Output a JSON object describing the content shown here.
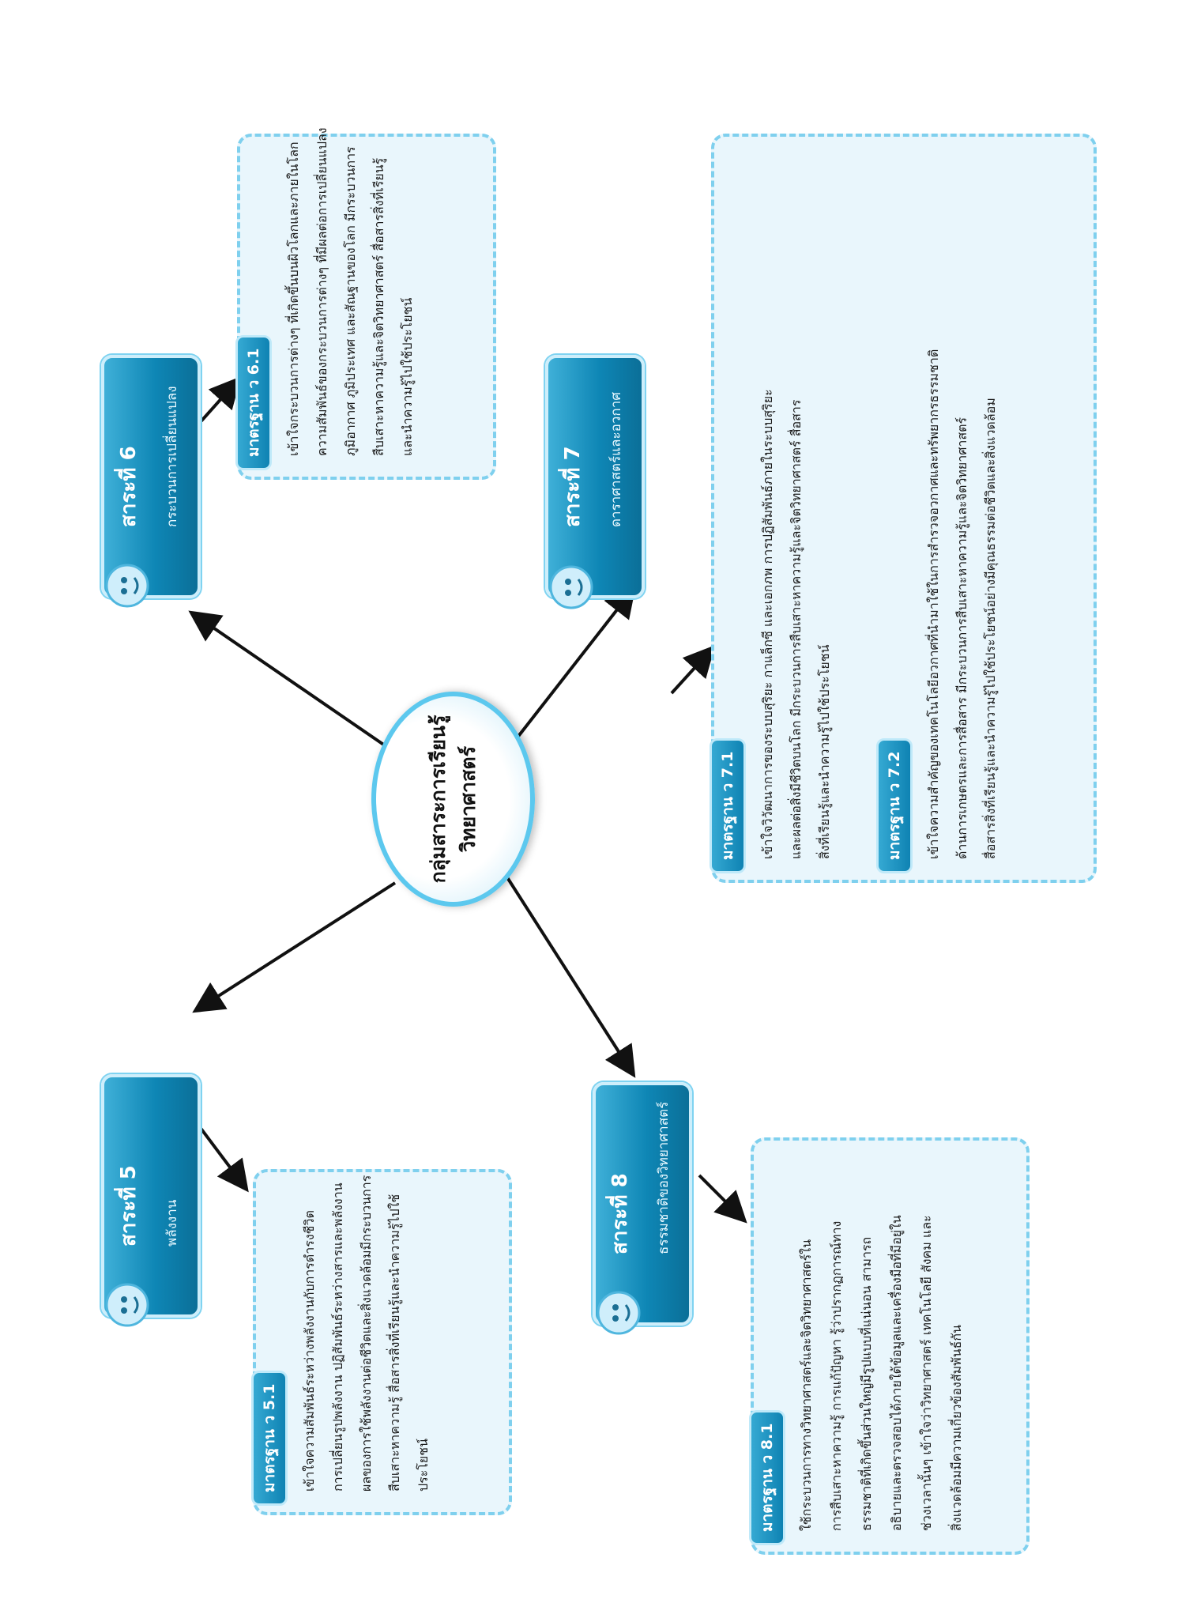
{
  "center": {
    "line1": "กลุ่มสาระการเรียนรู้",
    "line2": "วิทยาศาสตร์"
  },
  "branches": [
    {
      "id": "s6",
      "title": "สาระที่ 6",
      "subtitle": "กระบวนการเปลี่ยนแปลง",
      "standards": [
        {
          "label": "มาตรฐาน ว 6.1",
          "lines": [
            "เข้าใจกระบวนการต่างๆ ที่เกิดขึ้นบนผิวโลกและภายในโลก",
            "ความสัมพันธ์ของกระบวนการต่างๆ ที่มีผลต่อการเปลี่ยนแปลง",
            "ภูมิอากาศ ภูมิประเทศ และสัณฐานของโลก มีกระบวนการ",
            "สืบเสาะหาความรู้และจิตวิทยาศาสตร์ สื่อสารสิ่งที่เรียนรู้",
            "และนำความรู้ไปใช้ประโยชน์"
          ]
        }
      ]
    },
    {
      "id": "s7",
      "title": "สาระที่ 7",
      "subtitle": "ดาราศาสตร์และอวกาศ",
      "standards": [
        {
          "label": "มาตรฐาน ว 7.1",
          "lines": [
            "เข้าใจวิวัฒนาการของระบบสุริยะ กาแล็กซี และเอกภพ การปฏิสัมพันธ์ภายในระบบสุริยะ",
            "และผลต่อสิ่งมีชีวิตบนโลก มีกระบวนการสืบเสาะหาความรู้และจิตวิทยาศาสตร์ สื่อสาร",
            "สิ่งที่เรียนรู้และนำความรู้ไปใช้ประโยชน์"
          ]
        },
        {
          "label": "มาตรฐาน ว 7.2",
          "lines": [
            "เข้าใจความสำคัญของเทคโนโลยีอวกาศที่นำมาใช้ในการสำรวจอวกาศและทรัพยากรธรรมชาติ",
            "ด้านการเกษตรและการสื่อสาร มีกระบวนการสืบเสาะหาความรู้และจิตวิทยาศาสตร์",
            "สื่อสารสิ่งที่เรียนรู้และนำความรู้ไปใช้ประโยชน์อย่างมีคุณธรรมต่อชีวิตและสิ่งแวดล้อม"
          ]
        }
      ]
    },
    {
      "id": "s5",
      "title": "สาระที่ 5",
      "subtitle": "พลังงาน",
      "standards": [
        {
          "label": "มาตรฐาน ว 5.1",
          "lines": [
            "เข้าใจความสัมพันธ์ระหว่างพลังงานกับการดำรงชีวิต",
            "การเปลี่ยนรูปพลังงาน ปฏิสัมพันธ์ระหว่างสารและพลังงาน",
            "ผลของการใช้พลังงานต่อชีวิตและสิ่งแวดล้อมมีกระบวนการ",
            "สืบเสาะหาความรู้ สื่อสารสิ่งที่เรียนรู้และนำความรู้ไปใช้",
            "ประโยชน์"
          ]
        }
      ]
    },
    {
      "id": "s8",
      "title": "สาระที่ 8",
      "subtitle": "ธรรมชาติของวิทยาศาสตร์",
      "standards": [
        {
          "label": "มาตรฐาน ว 8.1",
          "lines": [
            "ใช้กระบวนการทางวิทยาศาสตร์และจิตวิทยาศาสตร์ใน",
            "การสืบเสาะหาความรู้ การแก้ปัญหา รู้ว่าปรากฏการณ์ทาง",
            "ธรรมชาติที่เกิดขึ้นส่วนใหญ่มีรูปแบบที่แน่นอน สามารถ",
            "อธิบายและตรวจสอบได้ภายใต้ข้อมูลและเครื่องมือที่มีอยู่ใน",
            "ช่วงเวลานั้นๆ เข้าใจว่าวิทยาศาสตร์ เทคโนโลยี สังคม และ",
            "สิ่งแวดล้อมมีความเกี่ยวข้องสัมพันธ์กัน"
          ]
        }
      ]
    }
  ],
  "colors": {
    "accent": "#0f86b6",
    "box_fill": "#e9f6fc",
    "box_border": "#7fd0ee",
    "center_border": "#5cc8ee"
  },
  "icons": {
    "mascot": "mascot-icon",
    "arrow": "arrow-icon"
  }
}
